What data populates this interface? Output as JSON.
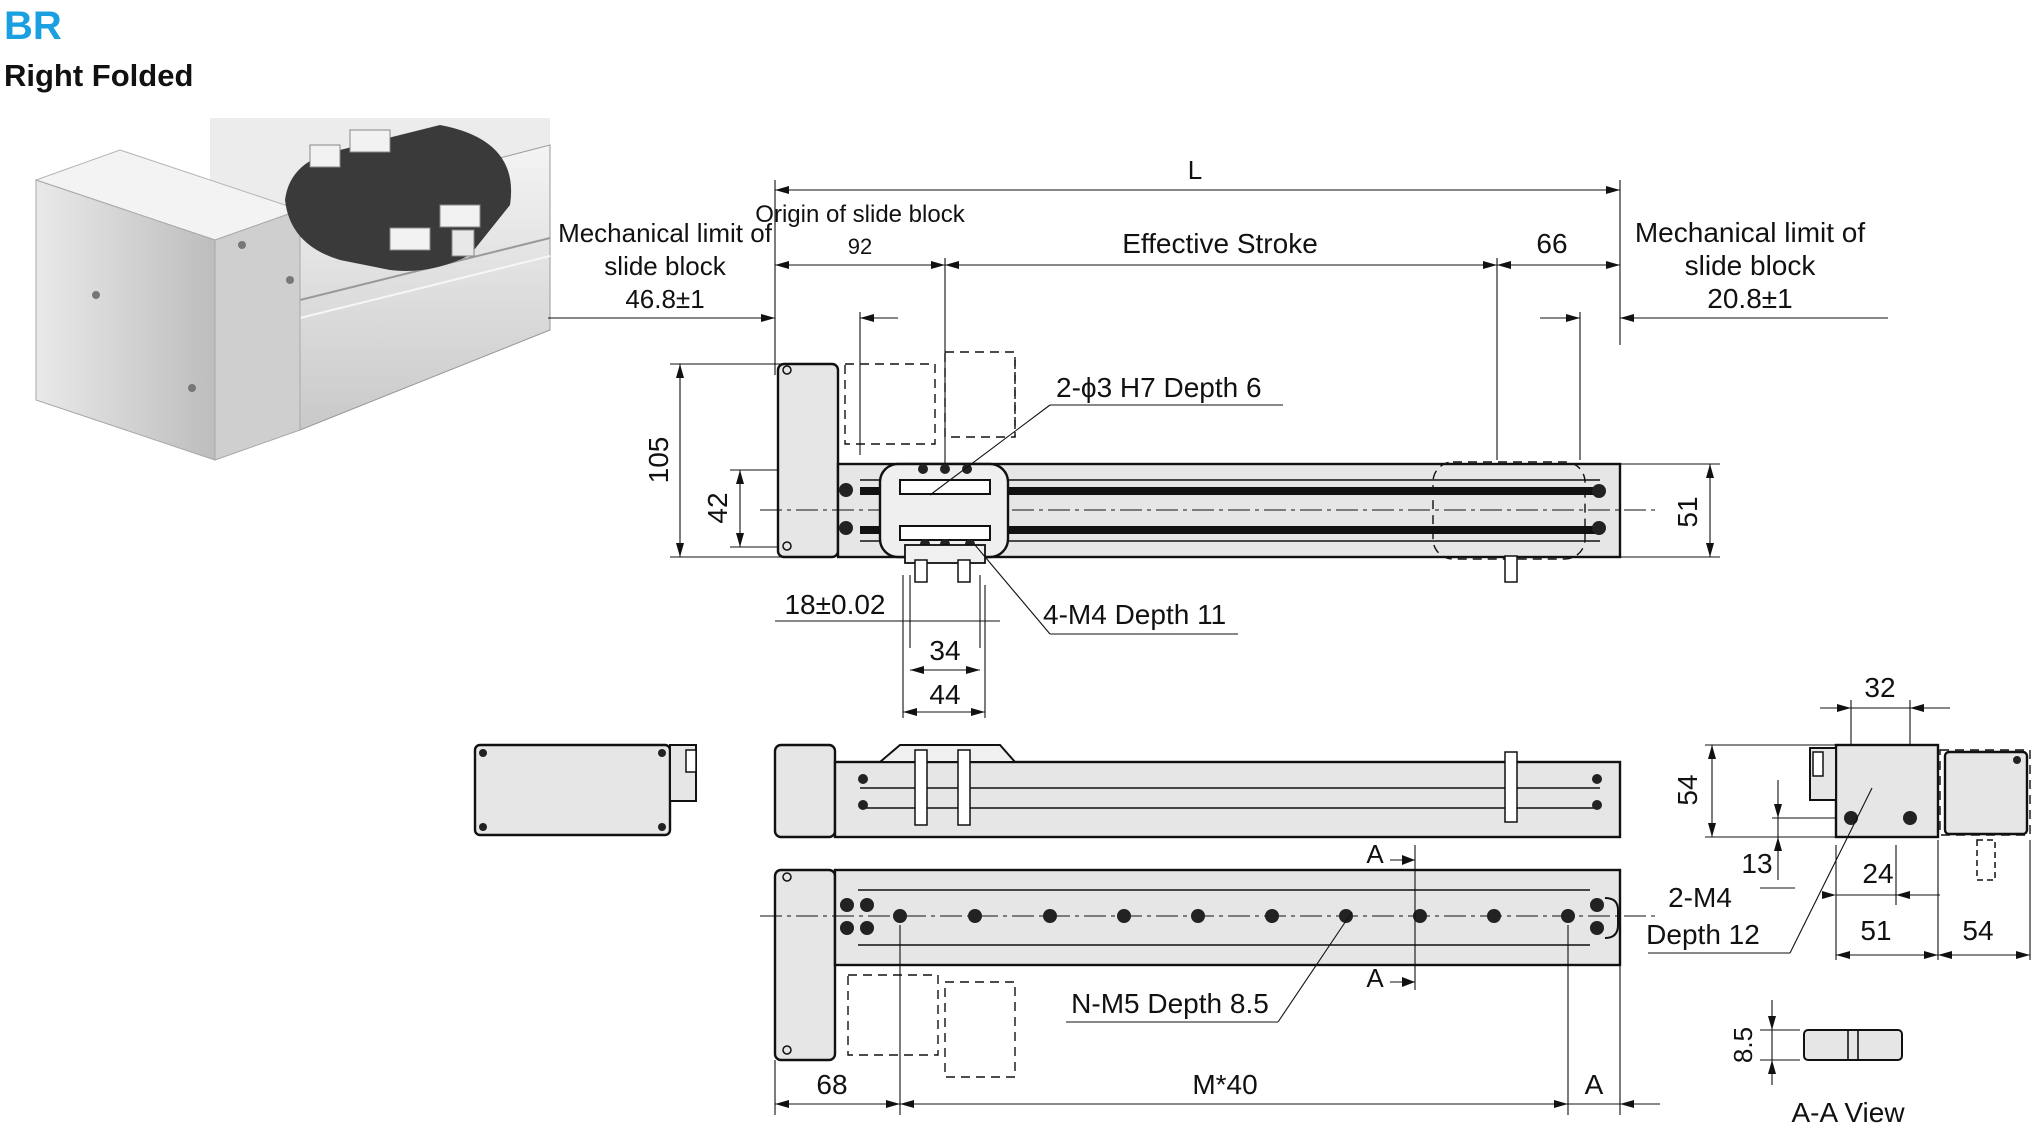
{
  "header": {
    "code": "BR",
    "subtitle": "Right Folded"
  },
  "labels": {
    "L": "L",
    "origin": "Origin of slide block",
    "o92": "92",
    "mech_left_1": "Mechanical limit of",
    "mech_left_2": "slide block",
    "mech_left_val": "46.8±1",
    "effective_stroke": "Effective Stroke",
    "d66": "66",
    "mech_right_1": "Mechanical limit of",
    "mech_right_2": "slide block",
    "mech_right_val": "20.8±1",
    "pin_hole": "2-ϕ3 H7 Depth 6",
    "h105": "105",
    "h42": "42",
    "h51": "51",
    "tol18": "18±0.02",
    "m4d11": "4-M4 Depth 11",
    "d34": "34",
    "d44": "44",
    "d32": "32",
    "d54v": "54",
    "d13": "13",
    "d24": "24",
    "m4d12_1": "2-M4",
    "m4d12_2": "Depth 12",
    "d51": "51",
    "d54h": "54",
    "secA_top": "A",
    "secA_bot": "A",
    "nm5": "N-M5 Depth 8.5",
    "d68": "68",
    "m40": "M*40",
    "dimA": "A",
    "d85": "8.5",
    "aa_view": "A-A View"
  }
}
